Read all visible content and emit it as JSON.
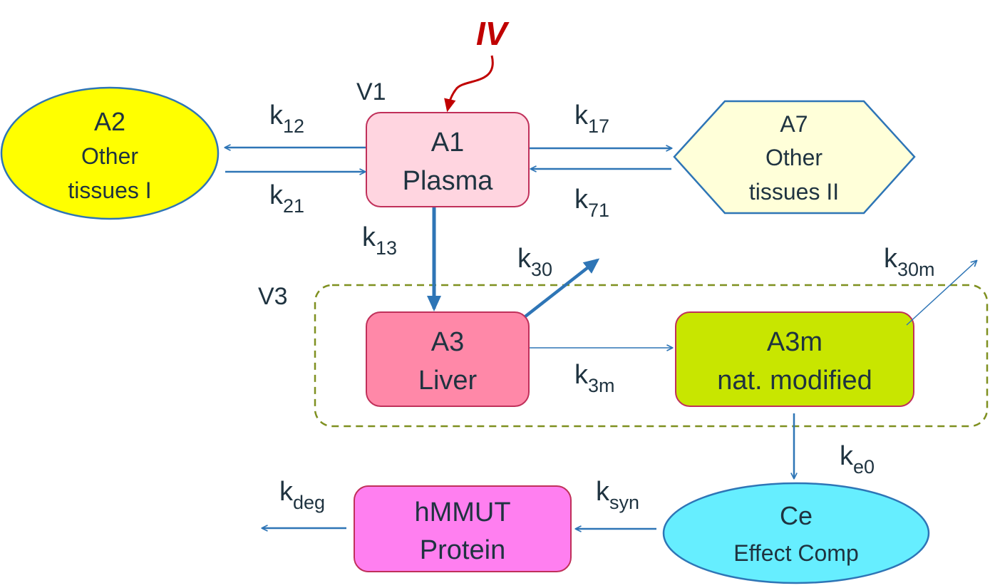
{
  "input": {
    "label": "IV"
  },
  "volumes": {
    "v1": "V1",
    "v3": "V3"
  },
  "nodes": {
    "a1": {
      "id": "A1",
      "name": "Plasma"
    },
    "a2": {
      "id": "A2",
      "line1": "Other",
      "line2": "tissues I"
    },
    "a7": {
      "id": "A7",
      "line1": "Other",
      "line2": "tissues II"
    },
    "a3": {
      "id": "A3",
      "name": "Liver"
    },
    "a3m": {
      "id": "A3m",
      "name": "nat. modified"
    },
    "ce": {
      "id": "Ce",
      "name": "Effect Comp"
    },
    "hmmut": {
      "id": "hMMUT",
      "name": "Protein"
    }
  },
  "rates": {
    "k12": {
      "base": "k",
      "sub": "12"
    },
    "k21": {
      "base": "k",
      "sub": "21"
    },
    "k17": {
      "base": "k",
      "sub": "17"
    },
    "k71": {
      "base": "k",
      "sub": "71"
    },
    "k13": {
      "base": "k",
      "sub": "13"
    },
    "k30": {
      "base": "k",
      "sub": "30"
    },
    "k30m": {
      "base": "k",
      "sub": "30m"
    },
    "k3m": {
      "base": "k",
      "sub": "3m"
    },
    "ke0": {
      "base": "k",
      "sub": "e0"
    },
    "ksyn": {
      "base": "k",
      "sub": "syn"
    },
    "kdeg": {
      "base": "k",
      "sub": "deg"
    }
  },
  "colors": {
    "arrow": "#2e75b6",
    "iv_arrow": "#c00000",
    "a1_fill": "#ffd5e0",
    "a2_fill": "#ffff00",
    "a7_fill": "#ffffd9",
    "a3_fill": "#ff88a8",
    "a3m_fill": "#c8e600",
    "ce_fill": "#66eeff",
    "hmmut_fill": "#ff7ff0",
    "box_stroke": "#c0305a",
    "dashed_border": "#7f9020"
  }
}
